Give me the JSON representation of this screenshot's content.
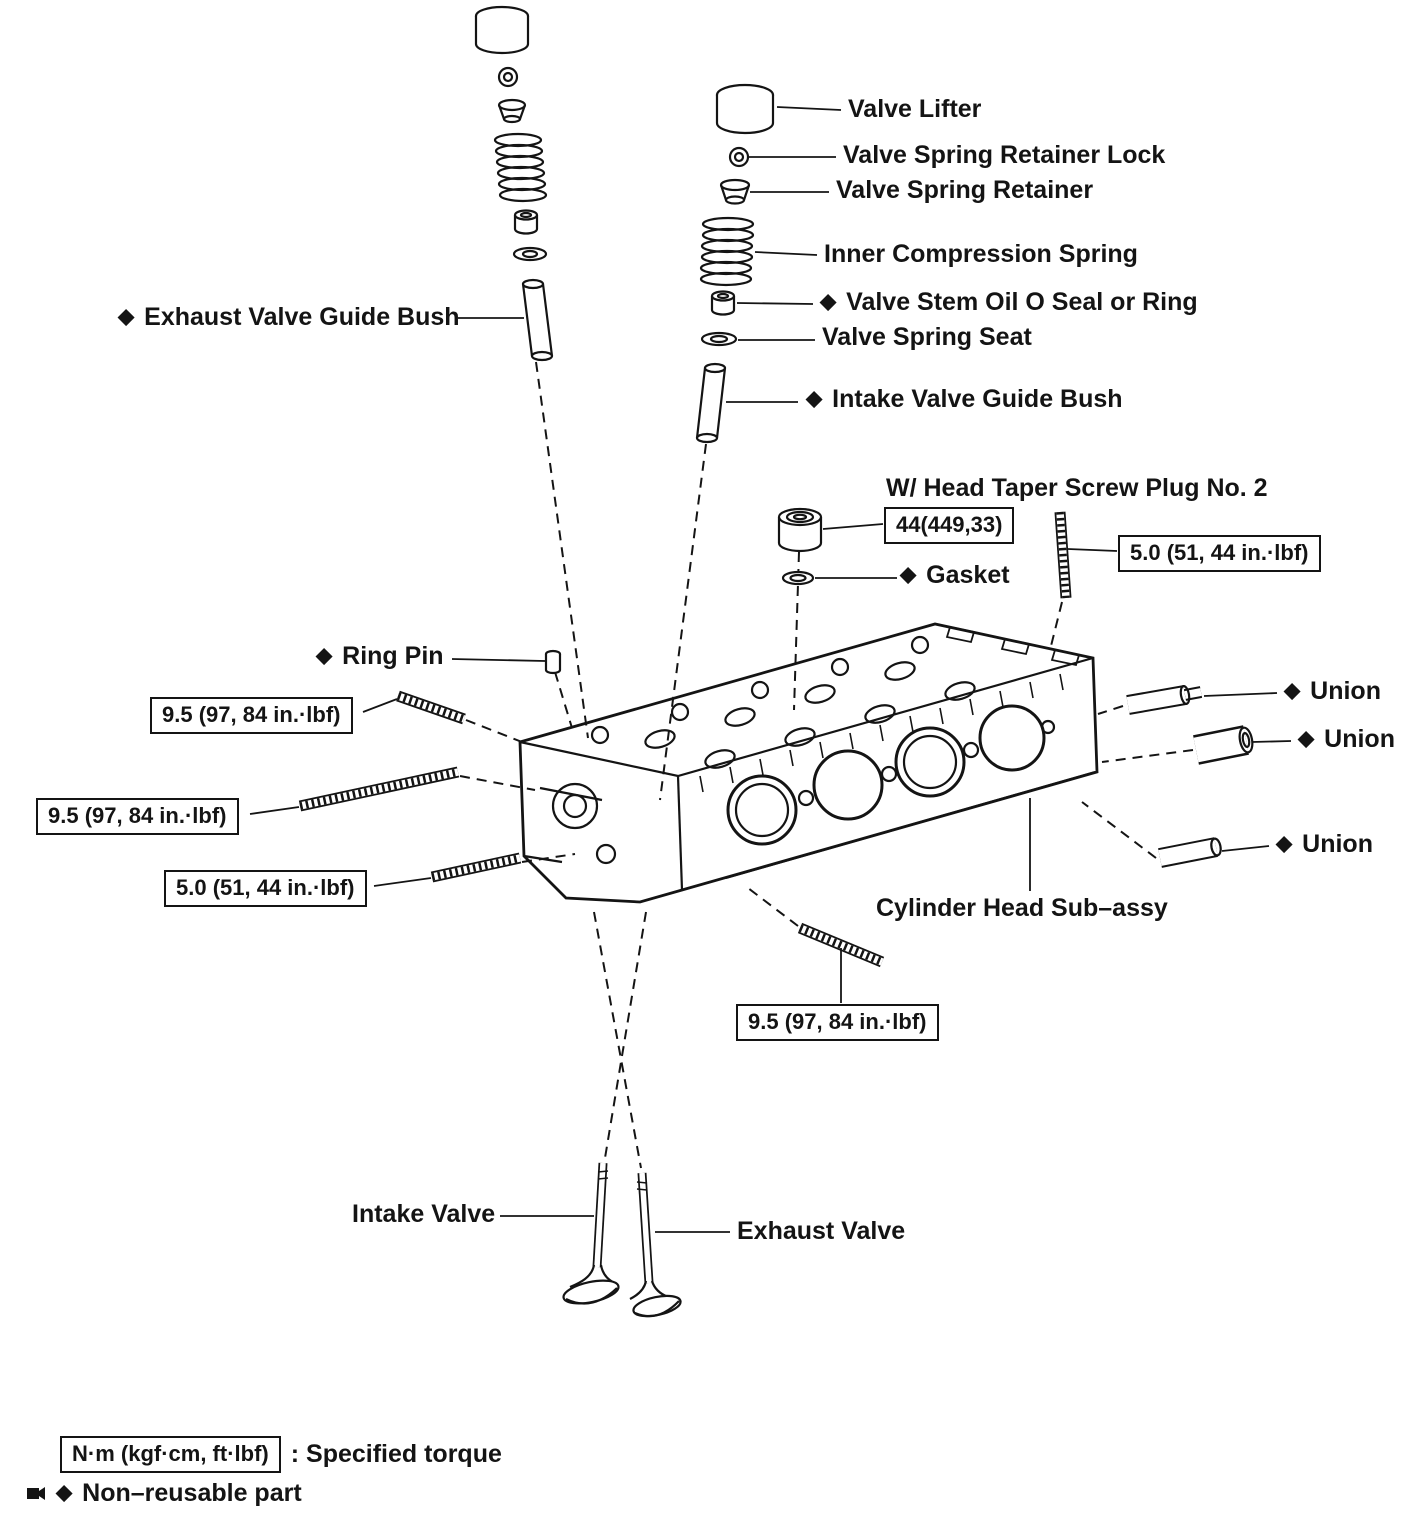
{
  "colors": {
    "ink": "#141414",
    "paper": "#ffffff"
  },
  "icons": {
    "non_reusable": "◆"
  },
  "parts": {
    "valve_lifter": {
      "label": "Valve Lifter"
    },
    "valve_spring_retainer_lock": {
      "label": "Valve Spring Retainer Lock"
    },
    "valve_spring_retainer": {
      "label": "Valve Spring Retainer"
    },
    "inner_compression_spring": {
      "label": "Inner Compression Spring"
    },
    "valve_stem_oil_seal": {
      "label": "Valve Stem Oil O Seal or Ring",
      "non_reusable": true
    },
    "valve_spring_seat": {
      "label": "Valve Spring Seat"
    },
    "intake_valve_guide_bush": {
      "label": "Intake Valve Guide Bush",
      "non_reusable": true
    },
    "exhaust_valve_guide_bush": {
      "label": "Exhaust Valve Guide Bush",
      "non_reusable": true
    },
    "head_taper_screw_plug": {
      "label": "W/ Head Taper Screw Plug No. 2"
    },
    "gasket": {
      "label": "Gasket",
      "non_reusable": true
    },
    "ring_pin": {
      "label": "Ring Pin",
      "non_reusable": true
    },
    "union_upper": {
      "label": "Union",
      "non_reusable": true
    },
    "union_middle": {
      "label": "Union",
      "non_reusable": true
    },
    "union_lower": {
      "label": "Union",
      "non_reusable": true
    },
    "cylinder_head_sub_assy": {
      "label": "Cylinder Head Sub–assy"
    },
    "intake_valve": {
      "label": "Intake Valve"
    },
    "exhaust_valve": {
      "label": "Exhaust Valve"
    }
  },
  "torques": {
    "plug_no2": "44(449,33)",
    "stud_right": "5.0 (51, 44 in.·lbf)",
    "stud_left_upper": "9.5 (97, 84 in.·lbf)",
    "stud_left_middle": "9.5 (97, 84 in.·lbf)",
    "stud_left_lower": "5.0 (51, 44 in.·lbf)",
    "stud_bottom": "9.5 (97, 84 in.·lbf)"
  },
  "legend": {
    "torque_box": "N·m (kgf·cm, ft·lbf)",
    "torque_caption": ": Specified torque",
    "non_reusable_caption": "Non–reusable part"
  }
}
